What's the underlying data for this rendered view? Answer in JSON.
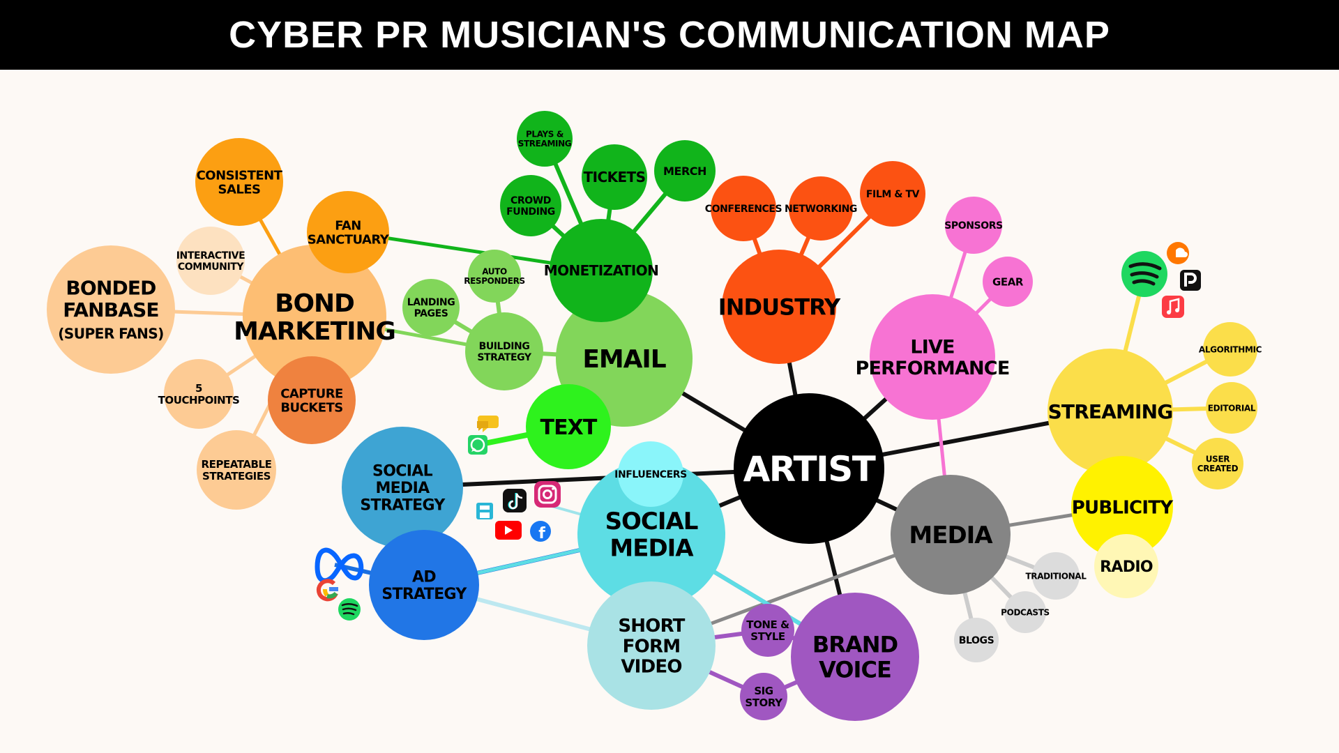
{
  "title": "CYBER PR MUSICIAN'S COMMUNICATION MAP",
  "nodes": {
    "artist": {
      "lines": [
        "ARTIST"
      ],
      "color": "#000000",
      "text_color": "#ffffff"
    },
    "email": {
      "lines": [
        "EMAIL"
      ],
      "color": "#82d65a",
      "text_color": "#000000"
    },
    "text": {
      "lines": [
        "TEXT"
      ],
      "color": "#2ef21d",
      "text_color": "#000000"
    },
    "social_media": {
      "lines": [
        "SOCIAL",
        "MEDIA"
      ],
      "color": "#5ddde4",
      "text_color": "#000000"
    },
    "influencers": {
      "lines": [
        "INFLUENCERS"
      ],
      "color": "#8af5fa",
      "text_color": "#000000"
    },
    "social_media_strategy": {
      "lines": [
        "SOCIAL",
        "MEDIA",
        "STRATEGY"
      ],
      "color": "#3ea4d3",
      "text_color": "#000000"
    },
    "ad_strategy": {
      "lines": [
        "AD",
        "STRATEGY"
      ],
      "color": "#2176e6",
      "text_color": "#000000"
    },
    "short_form_video": {
      "lines": [
        "SHORT",
        "FORM",
        "VIDEO"
      ],
      "color": "#a9e2e5",
      "text_color": "#000000"
    },
    "brand_voice": {
      "lines": [
        "BRAND",
        "VOICE"
      ],
      "color": "#a057c1",
      "text_color": "#000000"
    },
    "tone_style": {
      "lines": [
        "TONE &",
        "STYLE"
      ],
      "color": "#a057c1",
      "text_color": "#000000"
    },
    "sig_story": {
      "lines": [
        "SIG",
        "STORY"
      ],
      "color": "#a057c1",
      "text_color": "#000000"
    },
    "media": {
      "lines": [
        "MEDIA"
      ],
      "color": "#858585",
      "text_color": "#000000"
    },
    "traditional": {
      "lines": [
        "TRADITIONAL"
      ],
      "color": "#dcdcdc",
      "text_color": "#000000"
    },
    "podcasts": {
      "lines": [
        "PODCASTS"
      ],
      "color": "#dcdcdc",
      "text_color": "#000000"
    },
    "blogs": {
      "lines": [
        "BLOGS"
      ],
      "color": "#dcdcdc",
      "text_color": "#000000"
    },
    "streaming": {
      "lines": [
        "STREAMING"
      ],
      "color": "#fbde4a",
      "text_color": "#000000"
    },
    "algorithmic": {
      "lines": [
        "ALGORITHMIC"
      ],
      "color": "#fbde4a",
      "text_color": "#000000"
    },
    "editorial": {
      "lines": [
        "EDITORIAL"
      ],
      "color": "#fbde4a",
      "text_color": "#000000"
    },
    "user_created": {
      "lines": [
        "USER",
        "CREATED"
      ],
      "color": "#fbde4a",
      "text_color": "#000000"
    },
    "publicity": {
      "lines": [
        "PUBLICITY"
      ],
      "color": "#fff200",
      "text_color": "#000000"
    },
    "radio": {
      "lines": [
        "RADIO"
      ],
      "color": "#fff7b5",
      "text_color": "#000000"
    },
    "live_performance": {
      "lines": [
        "LIVE",
        "PERFORMANCE"
      ],
      "color": "#f773d3",
      "text_color": "#000000"
    },
    "sponsors": {
      "lines": [
        "SPONSORS"
      ],
      "color": "#f773d3",
      "text_color": "#000000"
    },
    "gear": {
      "lines": [
        "GEAR"
      ],
      "color": "#f773d3",
      "text_color": "#000000"
    },
    "industry": {
      "lines": [
        "INDUSTRY"
      ],
      "color": "#fc5212",
      "text_color": "#000000"
    },
    "conferences": {
      "lines": [
        "CONFERENCES"
      ],
      "color": "#fc5212",
      "text_color": "#000000"
    },
    "networking": {
      "lines": [
        "NETWORKING"
      ],
      "color": "#fc5212",
      "text_color": "#000000"
    },
    "film_tv": {
      "lines": [
        "FILM & TV"
      ],
      "color": "#fc5212",
      "text_color": "#000000"
    },
    "monetization": {
      "lines": [
        "MONETIZATION"
      ],
      "color": "#11b41b",
      "text_color": "#000000"
    },
    "plays_streaming": {
      "lines": [
        "PLAYS &",
        "STREAMING"
      ],
      "color": "#11b41b",
      "text_color": "#000000"
    },
    "tickets": {
      "lines": [
        "TICKETS"
      ],
      "color": "#11b41b",
      "text_color": "#000000"
    },
    "merch": {
      "lines": [
        "MERCH"
      ],
      "color": "#11b41b",
      "text_color": "#000000"
    },
    "crowd_funding": {
      "lines": [
        "CROWD",
        "FUNDING"
      ],
      "color": "#11b41b",
      "text_color": "#000000"
    },
    "auto_responders": {
      "lines": [
        "AUTO",
        "RESPONDERS"
      ],
      "color": "#82d65a",
      "text_color": "#000000"
    },
    "landing_pages": {
      "lines": [
        "LANDING",
        "PAGES"
      ],
      "color": "#82d65a",
      "text_color": "#000000"
    },
    "building_strategy": {
      "lines": [
        "BUILDING",
        "STRATEGY"
      ],
      "color": "#82d65a",
      "text_color": "#000000"
    },
    "bond_marketing": {
      "lines": [
        "BOND",
        "MARKETING"
      ],
      "color": "#fdbe73",
      "text_color": "#000000"
    },
    "bonded_fanbase": {
      "lines": [
        "BONDED",
        "FANBASE",
        "(SUPER FANS)"
      ],
      "color": "#fdcb94",
      "text_color": "#000000"
    },
    "consistent_sales": {
      "lines": [
        "CONSISTENT",
        "SALES"
      ],
      "color": "#fc9f12",
      "text_color": "#000000"
    },
    "fan_sanctuary": {
      "lines": [
        "FAN",
        "SANCTUARY"
      ],
      "color": "#fc9f12",
      "text_color": "#000000"
    },
    "interactive_community": {
      "lines": [
        "INTERACTIVE",
        "COMMUNITY"
      ],
      "color": "#fde1c0",
      "text_color": "#000000"
    },
    "capture_buckets": {
      "lines": [
        "CAPTURE",
        "BUCKETS"
      ],
      "color": "#ef823f",
      "text_color": "#000000"
    },
    "touchpoints": {
      "lines": [
        "5",
        "TOUCHPOINTS"
      ],
      "color": "#fdcb94",
      "text_color": "#000000"
    },
    "repeatable_strategies": {
      "lines": [
        "REPEATABLE",
        "STRATEGIES"
      ],
      "color": "#fdcb94",
      "text_color": "#000000"
    }
  },
  "icons": [
    {
      "name": "chat-bubble-icon",
      "color": "#f6c21d"
    },
    {
      "name": "whatsapp-icon",
      "color": "#25d366"
    },
    {
      "name": "tiktok-icon",
      "color": "#000000"
    },
    {
      "name": "instagram-icon",
      "color": "#d62976"
    },
    {
      "name": "save-icon",
      "color": "#29b6d6"
    },
    {
      "name": "youtube-icon",
      "color": "#ff0000"
    },
    {
      "name": "facebook-icon",
      "color": "#1877f2"
    },
    {
      "name": "meta-icon",
      "color": "#0866ff"
    },
    {
      "name": "google-icon",
      "color": "#4285f4"
    },
    {
      "name": "spotify-icon",
      "color": "#1ed760"
    },
    {
      "name": "soundcloud-icon",
      "color": "#ff7700"
    },
    {
      "name": "pandora-icon",
      "color": "#000000"
    },
    {
      "name": "apple-music-icon",
      "color": "#fc3c44"
    }
  ]
}
